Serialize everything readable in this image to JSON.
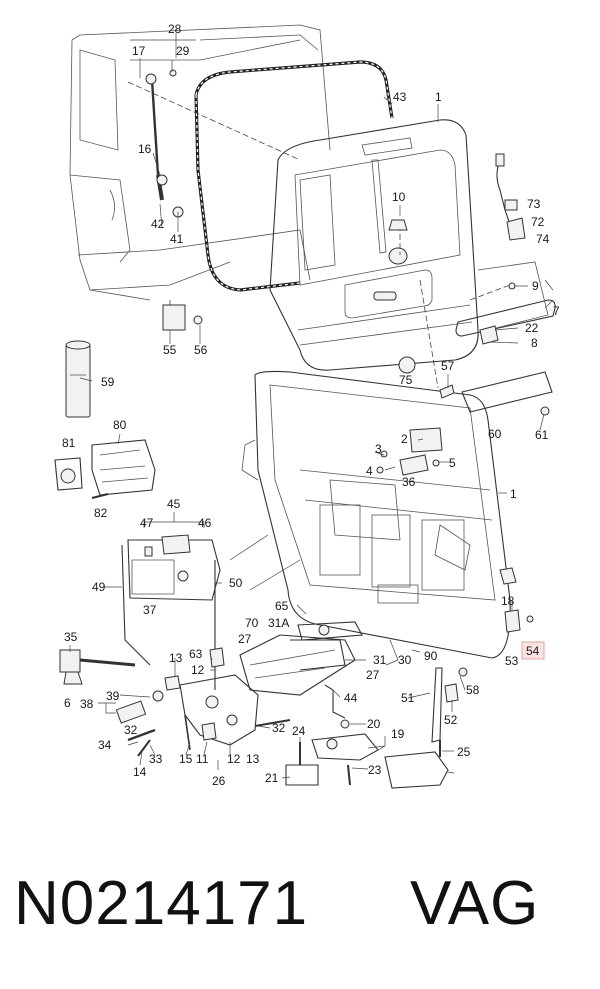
{
  "footer": {
    "part_number": "N0214171",
    "brand": "VAG"
  },
  "highlighted_callout": "54",
  "callouts": [
    "28",
    "17",
    "29",
    "43",
    "1",
    "16",
    "73",
    "72",
    "74",
    "10",
    "42",
    "41",
    "9",
    "7",
    "22",
    "8",
    "55",
    "56",
    "57",
    "75",
    "59",
    "60",
    "61",
    "80",
    "2",
    "3",
    "5",
    "4",
    "36",
    "81",
    "82",
    "45",
    "47",
    "46",
    "49",
    "50",
    "37",
    "65",
    "70",
    "18",
    "53",
    "54",
    "31A",
    "35",
    "63",
    "27",
    "31",
    "30",
    "90",
    "13",
    "12",
    "44",
    "38",
    "39",
    "6",
    "51",
    "58",
    "20",
    "19",
    "52",
    "32",
    "34",
    "33",
    "14",
    "15",
    "11",
    "26",
    "24",
    "25",
    "21",
    "23"
  ]
}
